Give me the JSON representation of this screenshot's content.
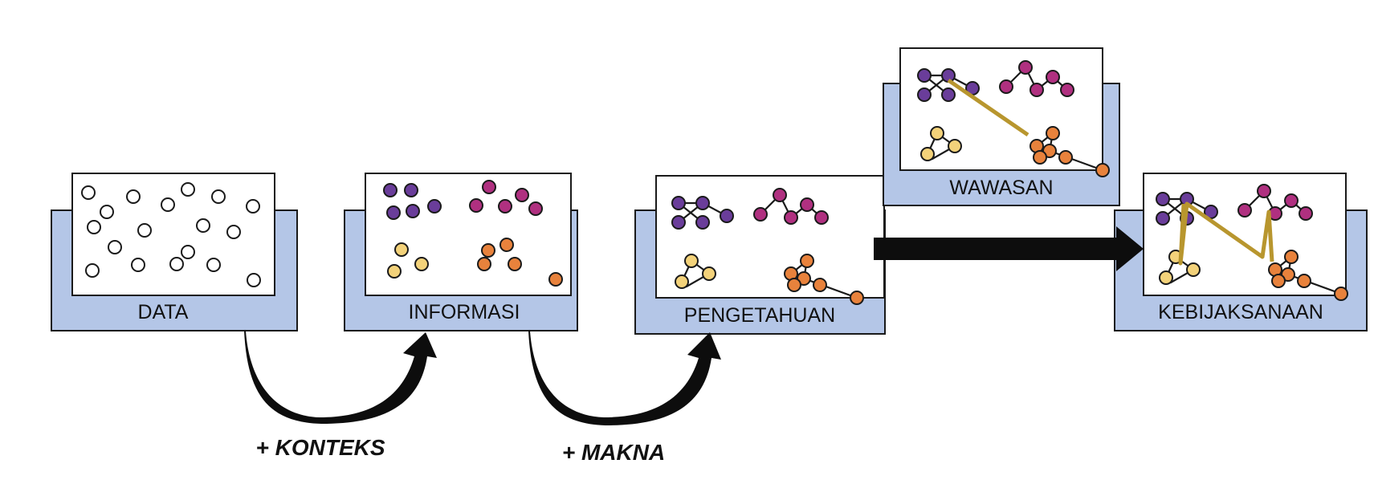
{
  "stages": {
    "data": {
      "label": "DATA"
    },
    "informasi": {
      "label": "INFORMASI"
    },
    "pengetahuan": {
      "label": "PENGETAHUAN"
    },
    "wawasan": {
      "label": "WAWASAN"
    },
    "kebijaksanaan": {
      "label": "KEBIJAKSANAAN"
    }
  },
  "transitions": {
    "konteks": {
      "label": "+ KONTEKS"
    },
    "makna": {
      "label": "+ MAKNA"
    }
  },
  "colors": {
    "tray": "#b4c6e7",
    "purple": "#6a3d9a",
    "magenta": "#b03080",
    "yellow": "#f3d27a",
    "orange": "#e8823c",
    "insight": "#b8962e",
    "arrow": "#0d0d0d"
  }
}
